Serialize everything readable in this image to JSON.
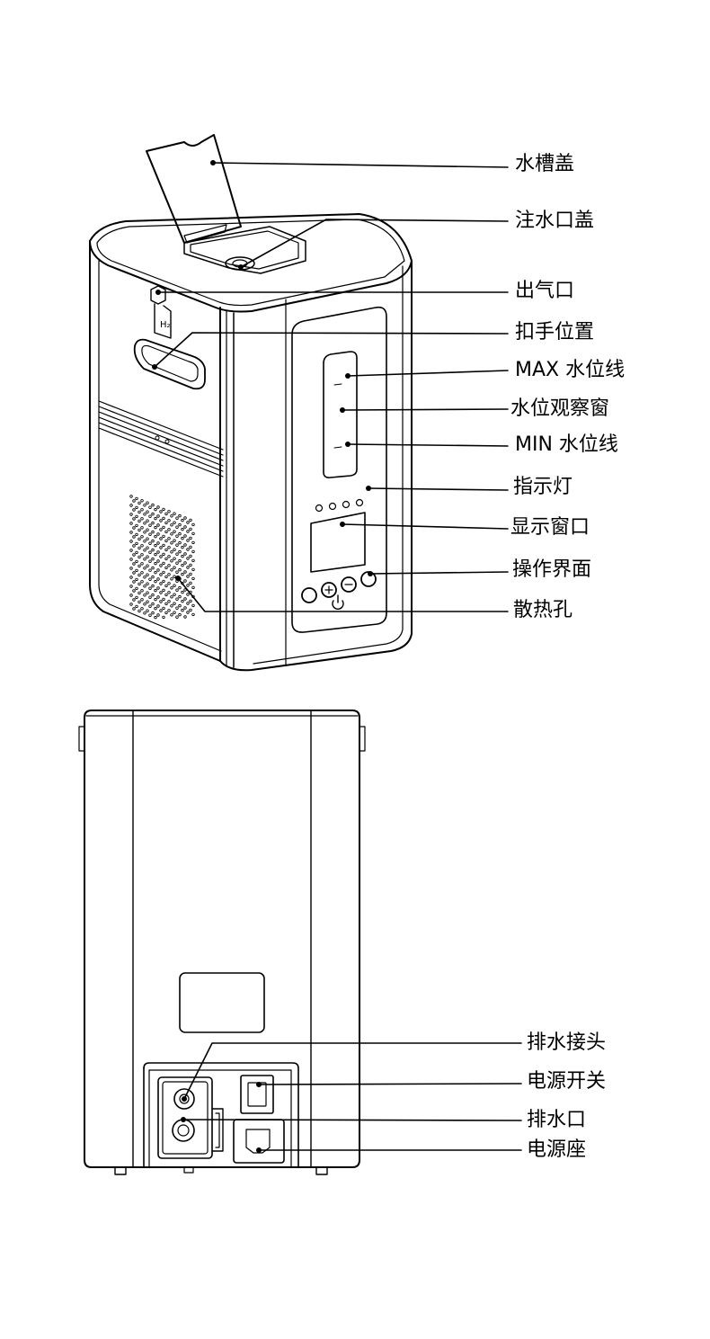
{
  "front_view": {
    "callouts": [
      {
        "id": "water-tank-lid",
        "text": "水槽盖"
      },
      {
        "id": "fill-port-cap",
        "text": "注水口盖"
      },
      {
        "id": "gas-outlet",
        "text": "出气口"
      },
      {
        "id": "handle-position",
        "text": "扣手位置"
      },
      {
        "id": "max-water-line",
        "text": "MAX 水位线"
      },
      {
        "id": "water-level-window",
        "text": "水位观察窗"
      },
      {
        "id": "min-water-line",
        "text": "MIN 水位线"
      },
      {
        "id": "indicator-lights",
        "text": "指示灯"
      },
      {
        "id": "display-window",
        "text": "显示窗口"
      },
      {
        "id": "control-panel",
        "text": "操作界面"
      },
      {
        "id": "cooling-vents",
        "text": "散热孔"
      }
    ],
    "outlet_mark": "H₂"
  },
  "rear_view": {
    "callouts": [
      {
        "id": "drain-connector",
        "text": "排水接头"
      },
      {
        "id": "power-switch",
        "text": "电源开关"
      },
      {
        "id": "drain-outlet",
        "text": "排水口"
      },
      {
        "id": "power-socket",
        "text": "电源座"
      }
    ]
  }
}
